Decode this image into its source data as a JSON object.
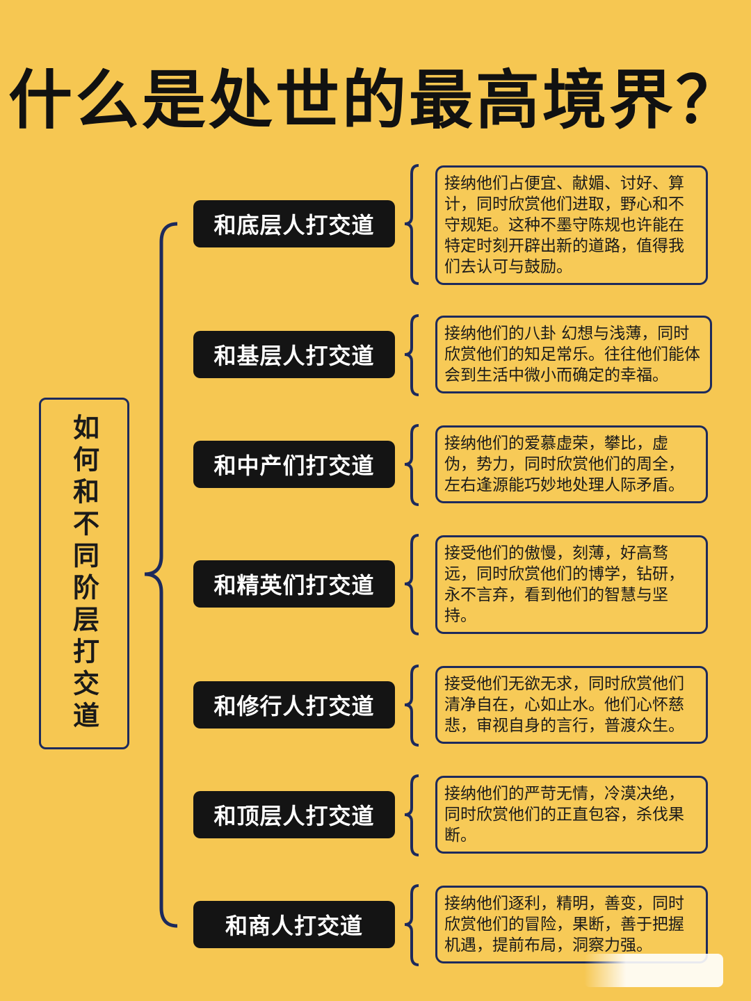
{
  "title": "什么是处世的最高境界？",
  "root_label": "如何和不同阶层打交道",
  "branches": [
    {
      "label": "和底层人打交道",
      "description": "接纳他们占便宜、献媚、讨好、算计，同时欣赏他们进取，野心和不守规矩。这种不墨守陈规也许能在特定时刻开辟出新的道路，值得我们去认可与鼓励。"
    },
    {
      "label": "和基层人打交道",
      "description": "接纳他们的八卦 幻想与浅薄，同时欣赏他们的知足常乐。往往他们能体会到生活中微小而确定的幸福。"
    },
    {
      "label": "和中产们打交道",
      "description": "接纳他们的爱慕虚荣，攀比，虚伪，势力，同时欣赏他们的周全，左右逢源能巧妙地处理人际矛盾。"
    },
    {
      "label": "和精英们打交道",
      "description": "接受他们的傲慢，刻薄，好高骛远，同时欣赏他们的博学，钻研，永不言弃，看到他们的智慧与坚持。"
    },
    {
      "label": "和修行人打交道",
      "description": "接受他们无欲无求，同时欣赏他们清净自在，心如止水。他们心怀慈悲，审视自身的言行，普渡众生。"
    },
    {
      "label": "和顶层人打交道",
      "description": "接纳他们的严苛无情，冷漠决绝，同时欣赏他们的正直包容，杀伐果断。"
    },
    {
      "label": "和商人打交道",
      "description": "接纳他们逐利，精明，善变，同时欣赏他们的冒险，果断，善于把握机遇，提前布局，洞察力强。"
    }
  ]
}
